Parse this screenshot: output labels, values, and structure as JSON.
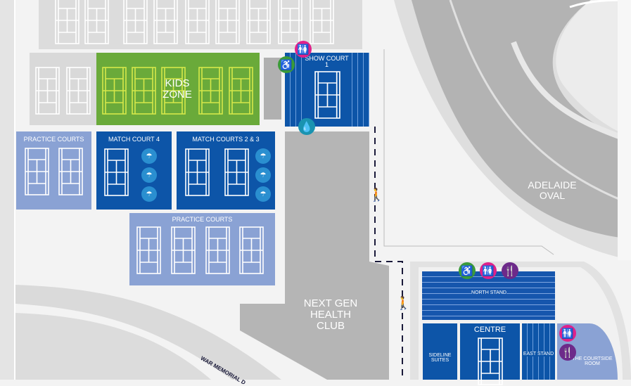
{
  "areas": {
    "kids_zone": "KIDS ZONE",
    "show_court_1": "SHOW COURT 1",
    "practice_courts_left": "PRACTICE COURTS",
    "match_court_4": "MATCH COURT 4",
    "match_courts_2_3": "MATCH COURTS 2 & 3",
    "practice_courts_bottom": "PRACTICE COURTS",
    "next_gen_health_club": "NEXT GEN HEALTH CLUB",
    "adelaide_oval": "ADELAIDE OVAL",
    "north_stand": "NORTH STAND",
    "centre": "CENTRE",
    "sideline_suites": "SIDELINE SUITES",
    "east_stand": "EAST STAND",
    "courtside_room": "THE COURTSIDE ROOM",
    "road": "WAR MEMORIAL D"
  },
  "icons": {
    "accessible": "wheelchair-icon",
    "toilets": "toilets-icon",
    "water": "water-icon",
    "food": "food-icon",
    "shade": "shade-seating-icon",
    "walking": "walking-path-icon"
  },
  "colors": {
    "court_blue": "#0d55a8",
    "practice_blue": "#8aa2d4",
    "kids_green": "#6aaa3a",
    "building_gray": "#b5b5b5"
  }
}
